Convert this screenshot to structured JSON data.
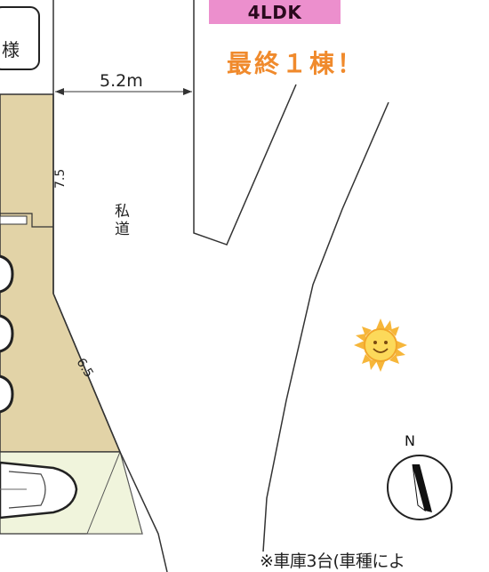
{
  "header": {
    "layout_badge": "4LDK",
    "promo_text": "最終１棟！"
  },
  "plan": {
    "lot_label": "様",
    "private_road_label": "私道",
    "dimensions": {
      "road_width_top": "5.2m",
      "side_a": "7.5",
      "side_b": "6.5"
    },
    "note": "※車庫3台(車種によ",
    "compass_label": "N"
  },
  "colors": {
    "badge_bg": "#ec8fcd",
    "promo_text": "#f08a2c",
    "lot_fill": "#e2d3a7",
    "parking_fill": "#f0f4dc",
    "line": "#333333",
    "sun": "#f6b63a"
  },
  "icons": {
    "sun": "smiling-sun-icon",
    "compass": "north-compass-icon",
    "cars": "parked-car-icon"
  }
}
